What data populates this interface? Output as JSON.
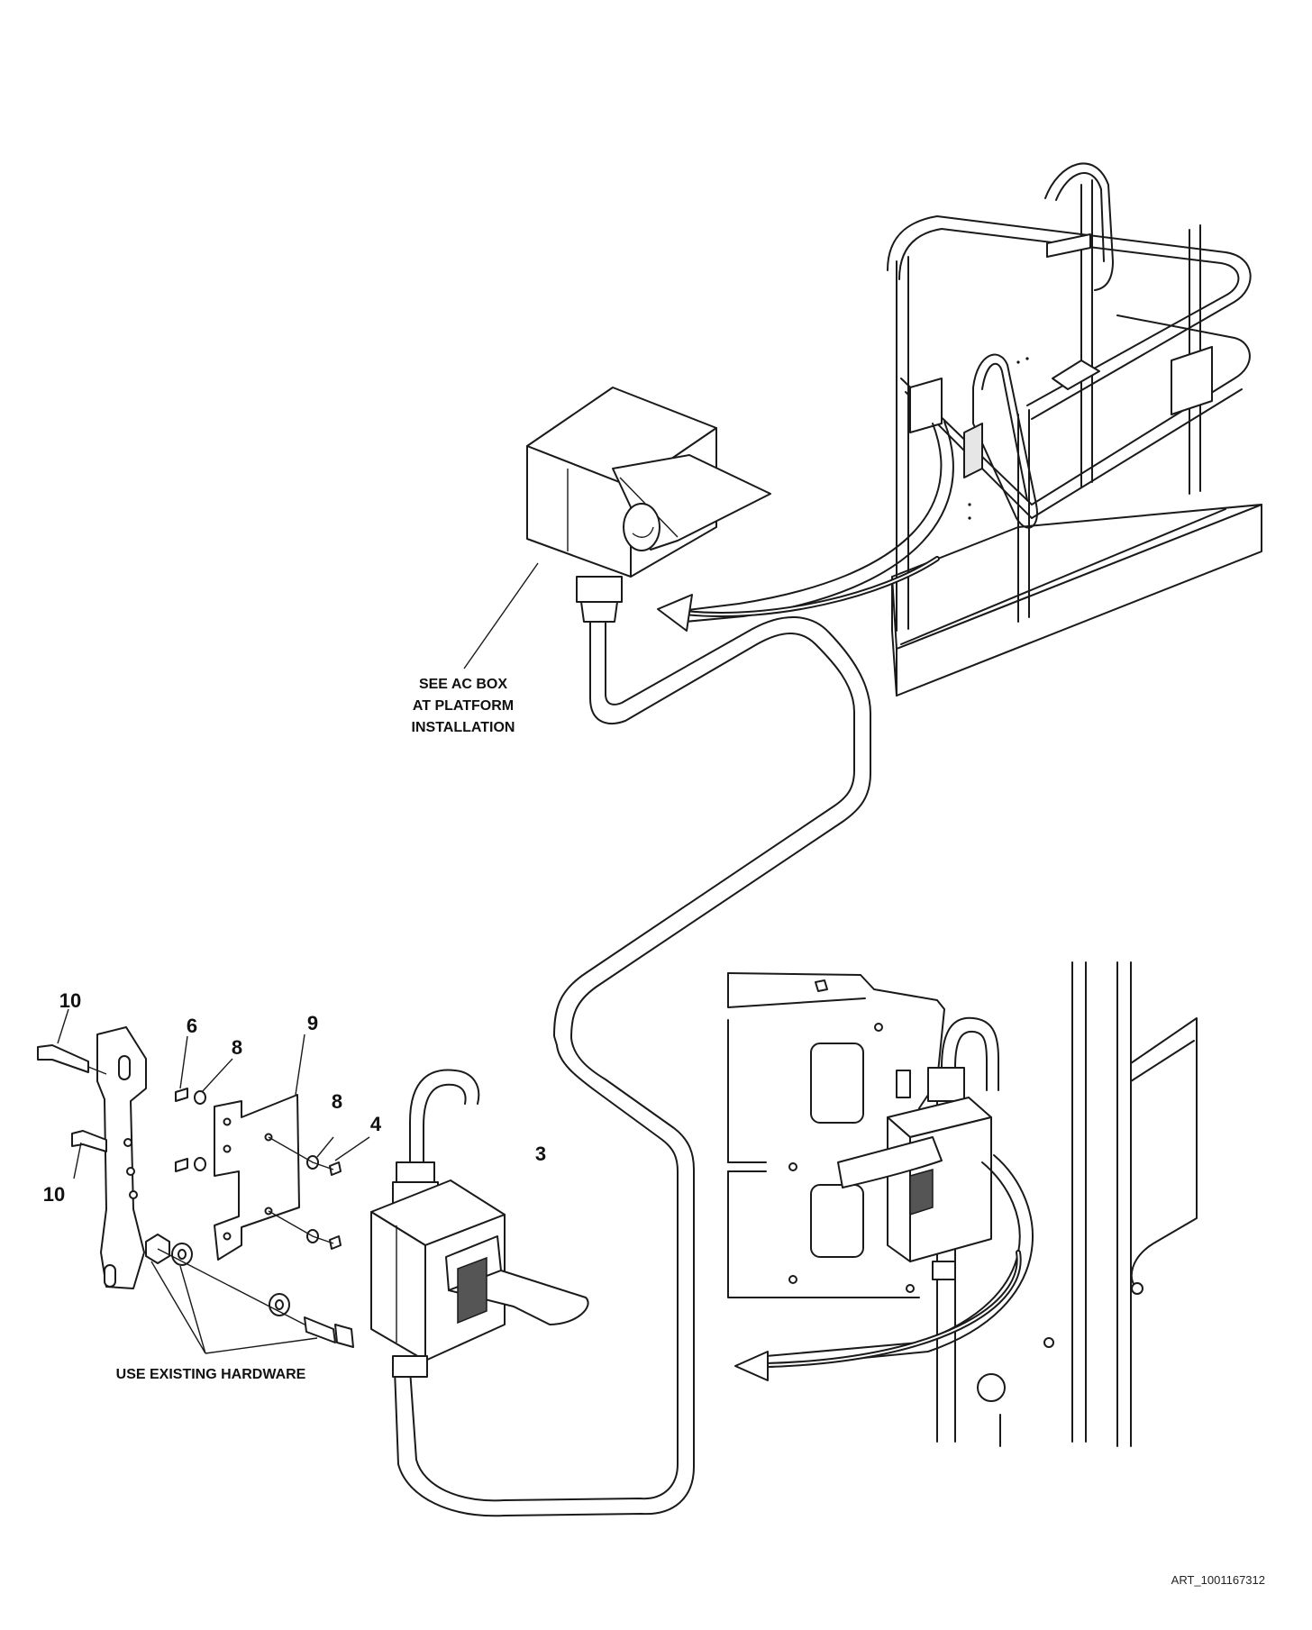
{
  "labels": {
    "see_ac_box_line1": "SEE AC BOX",
    "see_ac_box_line2": "AT PLATFORM",
    "see_ac_box_line3": "INSTALLATION",
    "use_existing_hardware": "USE EXISTING HARDWARE",
    "art_number": "ART_1001167312"
  },
  "callouts": {
    "item_10_top": "10",
    "item_10_bottom": "10",
    "item_6": "6",
    "item_8_left": "8",
    "item_9": "9",
    "item_8_right": "8",
    "item_4": "4",
    "item_3": "3"
  },
  "colors": {
    "line": "#1a1a1a",
    "background": "#ffffff",
    "shade": "#e6e6e6"
  }
}
